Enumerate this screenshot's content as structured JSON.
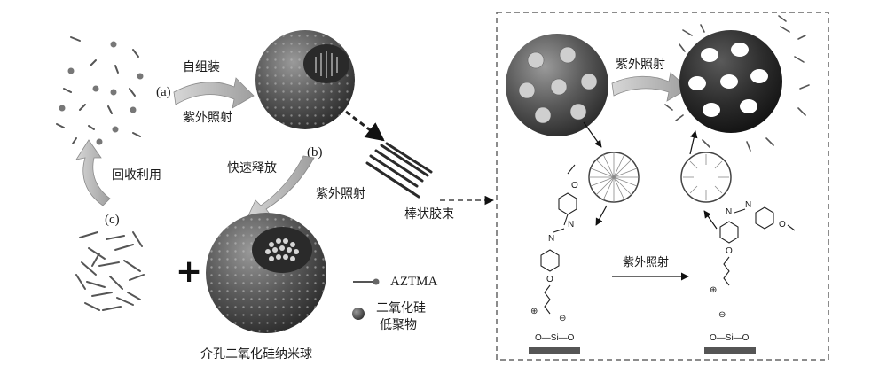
{
  "labels": {
    "self_assembly": "自组装",
    "step_a": "(a)",
    "uv_a": "紫外照射",
    "step_b": "(b)",
    "fast_release": "快速释放",
    "uv_b": "紫外照射",
    "rod_micelle": "棒状胶束",
    "recycle": "回收利用",
    "step_c": "(c)",
    "plus": "+",
    "mesoporous_sphere": "介孔二氧化硅纳米球",
    "legend_aztma": "AZTMA",
    "legend_silica_line1": "二氧化硅",
    "legend_silica_line2": "低聚物",
    "uv_inset_top": "紫外照射",
    "uv_inset_bottom": "紫外照射"
  },
  "chemistry": {
    "left_molecule": {
      "plus": "⊕",
      "minus": "⊖",
      "oxygen": "O",
      "n_atom": "N",
      "n_atom2": "N",
      "silicon_row": "O—Si—O",
      "top_o": "O"
    },
    "right_molecule": {
      "plus": "⊕",
      "minus": "⊖",
      "oxygen": "O",
      "n_atom": "N",
      "n_atom2": "N",
      "silicon_row": "O—Si—O",
      "top_o": "O"
    }
  },
  "colors": {
    "sphere_dark": "#3a3a3a",
    "sphere_mid": "#6a6a6a",
    "arrow_fill": "#b5b5b5",
    "dashed_box": "#666666",
    "text": "#1a1a1a"
  }
}
